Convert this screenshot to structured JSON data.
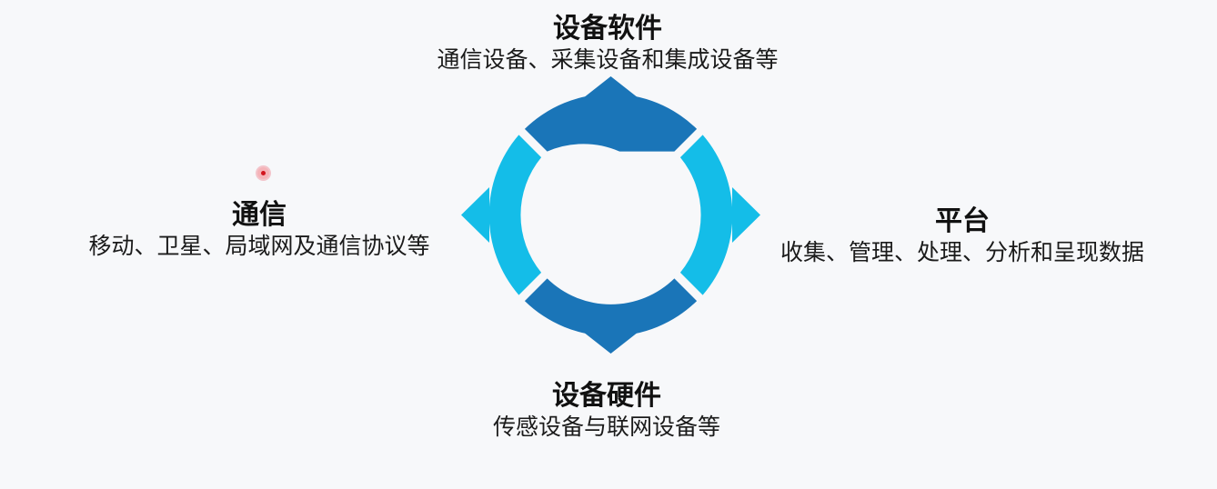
{
  "diagram": {
    "colors": {
      "dark_segment": "#1a75b8",
      "light_segment": "#14bde8",
      "background": "#f7f8fa"
    },
    "top": {
      "title": "设备软件",
      "desc": "通信设备、采集设备和集成设备等"
    },
    "left": {
      "title": "通信",
      "desc": "移动、卫星、局域网及通信协议等"
    },
    "right": {
      "title": "平台",
      "desc": "收集、管理、处理、分析和呈现数据"
    },
    "bottom": {
      "title": "设备硬件",
      "desc": "传感设备与联网设备等"
    }
  }
}
